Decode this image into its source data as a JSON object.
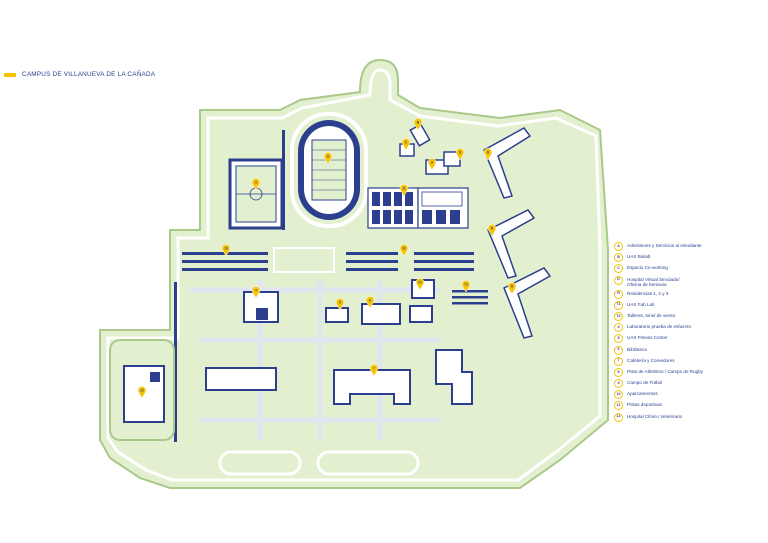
{
  "page": {
    "title": "CAMPUS DE VILLANUEVA DE LA CAÑADA"
  },
  "colors": {
    "accent": "#f6c400",
    "navy": "#2c3f8f",
    "green": "#e3f0cf",
    "path_gray": "#cfd8e8",
    "building": "#ffffff"
  },
  "legend": [
    {
      "code": "A",
      "label": "Admisiones y Servicios al estudiante"
    },
    {
      "code": "B",
      "label": "UAX Biolab"
    },
    {
      "code": "C",
      "label": "Espacio Co-working"
    },
    {
      "code": "D",
      "label": "Hospital Virtual Simulado/\nOficina de farmacia"
    },
    {
      "code": "R",
      "label": "Residencias 1, 2 y 3"
    },
    {
      "code": "T1",
      "label": "UAX Fab Lab"
    },
    {
      "code": "T2",
      "label": "Talleres, túnel de viento"
    },
    {
      "code": "4",
      "label": "Laboratorio prueba de esfuerzo"
    },
    {
      "code": "5",
      "label": "UAX Fitness Center"
    },
    {
      "code": "6",
      "label": "Biblioteca"
    },
    {
      "code": "7",
      "label": "Cafetería y Comedores"
    },
    {
      "code": "8",
      "label": "Pista de Atletismo / Campo de Rugby"
    },
    {
      "code": "9",
      "label": "Campo de Fútbol"
    },
    {
      "code": "10",
      "label": "Aparcamientos"
    },
    {
      "code": "11",
      "label": "Pistas deportivas"
    },
    {
      "code": "12",
      "label": "Hospital Clínico Veterinario"
    }
  ],
  "map_markers": [
    {
      "code": "A"
    },
    {
      "code": "B"
    },
    {
      "code": "C"
    },
    {
      "code": "D"
    },
    {
      "code": "R"
    },
    {
      "code": "R"
    },
    {
      "code": "R"
    },
    {
      "code": "8"
    },
    {
      "code": "9"
    },
    {
      "code": "10"
    },
    {
      "code": "10"
    },
    {
      "code": "11"
    },
    {
      "code": "12"
    },
    {
      "code": "T1"
    },
    {
      "code": "T2"
    },
    {
      "code": "4"
    },
    {
      "code": "5"
    },
    {
      "code": "6"
    },
    {
      "code": "7"
    }
  ]
}
